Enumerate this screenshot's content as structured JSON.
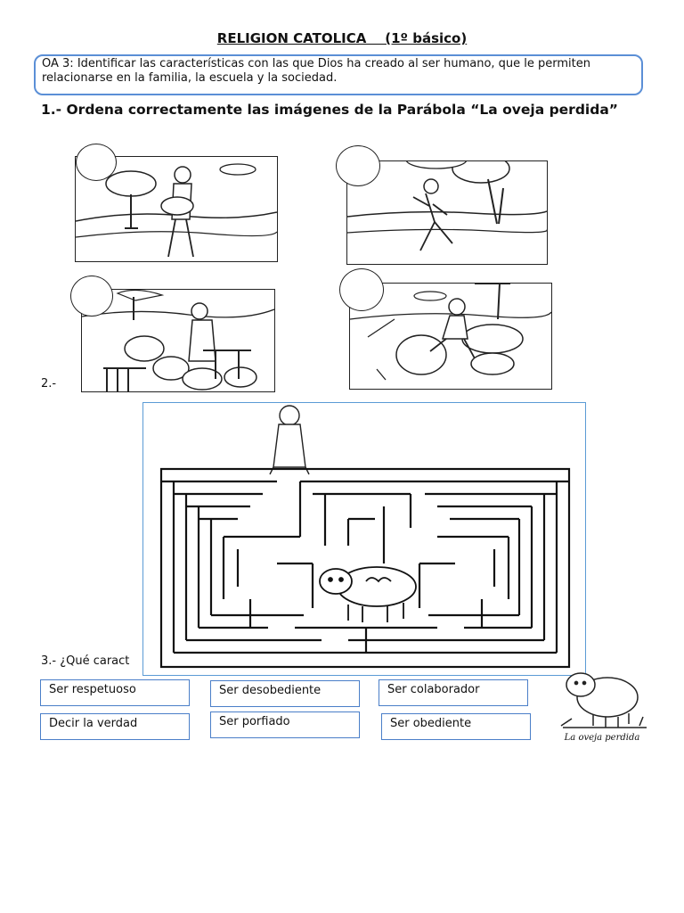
{
  "header": {
    "title": "RELIGION CATOLICA    (1º básico)"
  },
  "objective": {
    "text": "OA 3: Identificar las características con las que Dios ha creado al ser humano, que le permiten relacionarse en la familia, la escuela y la sociedad."
  },
  "section1": {
    "heading": "1.- Ordena correctamente las imágenes de la Parábola “La oveja perdida”"
  },
  "section2": {
    "label": "2.-"
  },
  "section3": {
    "label": "3.- ¿Qué caract",
    "options": [
      "Ser respetuoso",
      "Ser desobediente",
      "Ser colaborador",
      "Decir la verdad",
      "Ser porfiado",
      "Ser obediente"
    ],
    "corner_caption": "La oveja perdida"
  },
  "colors": {
    "objective_border": "#5b8fd6",
    "option_border": "#4a7ec8",
    "maze_border": "#5b9bd5"
  }
}
